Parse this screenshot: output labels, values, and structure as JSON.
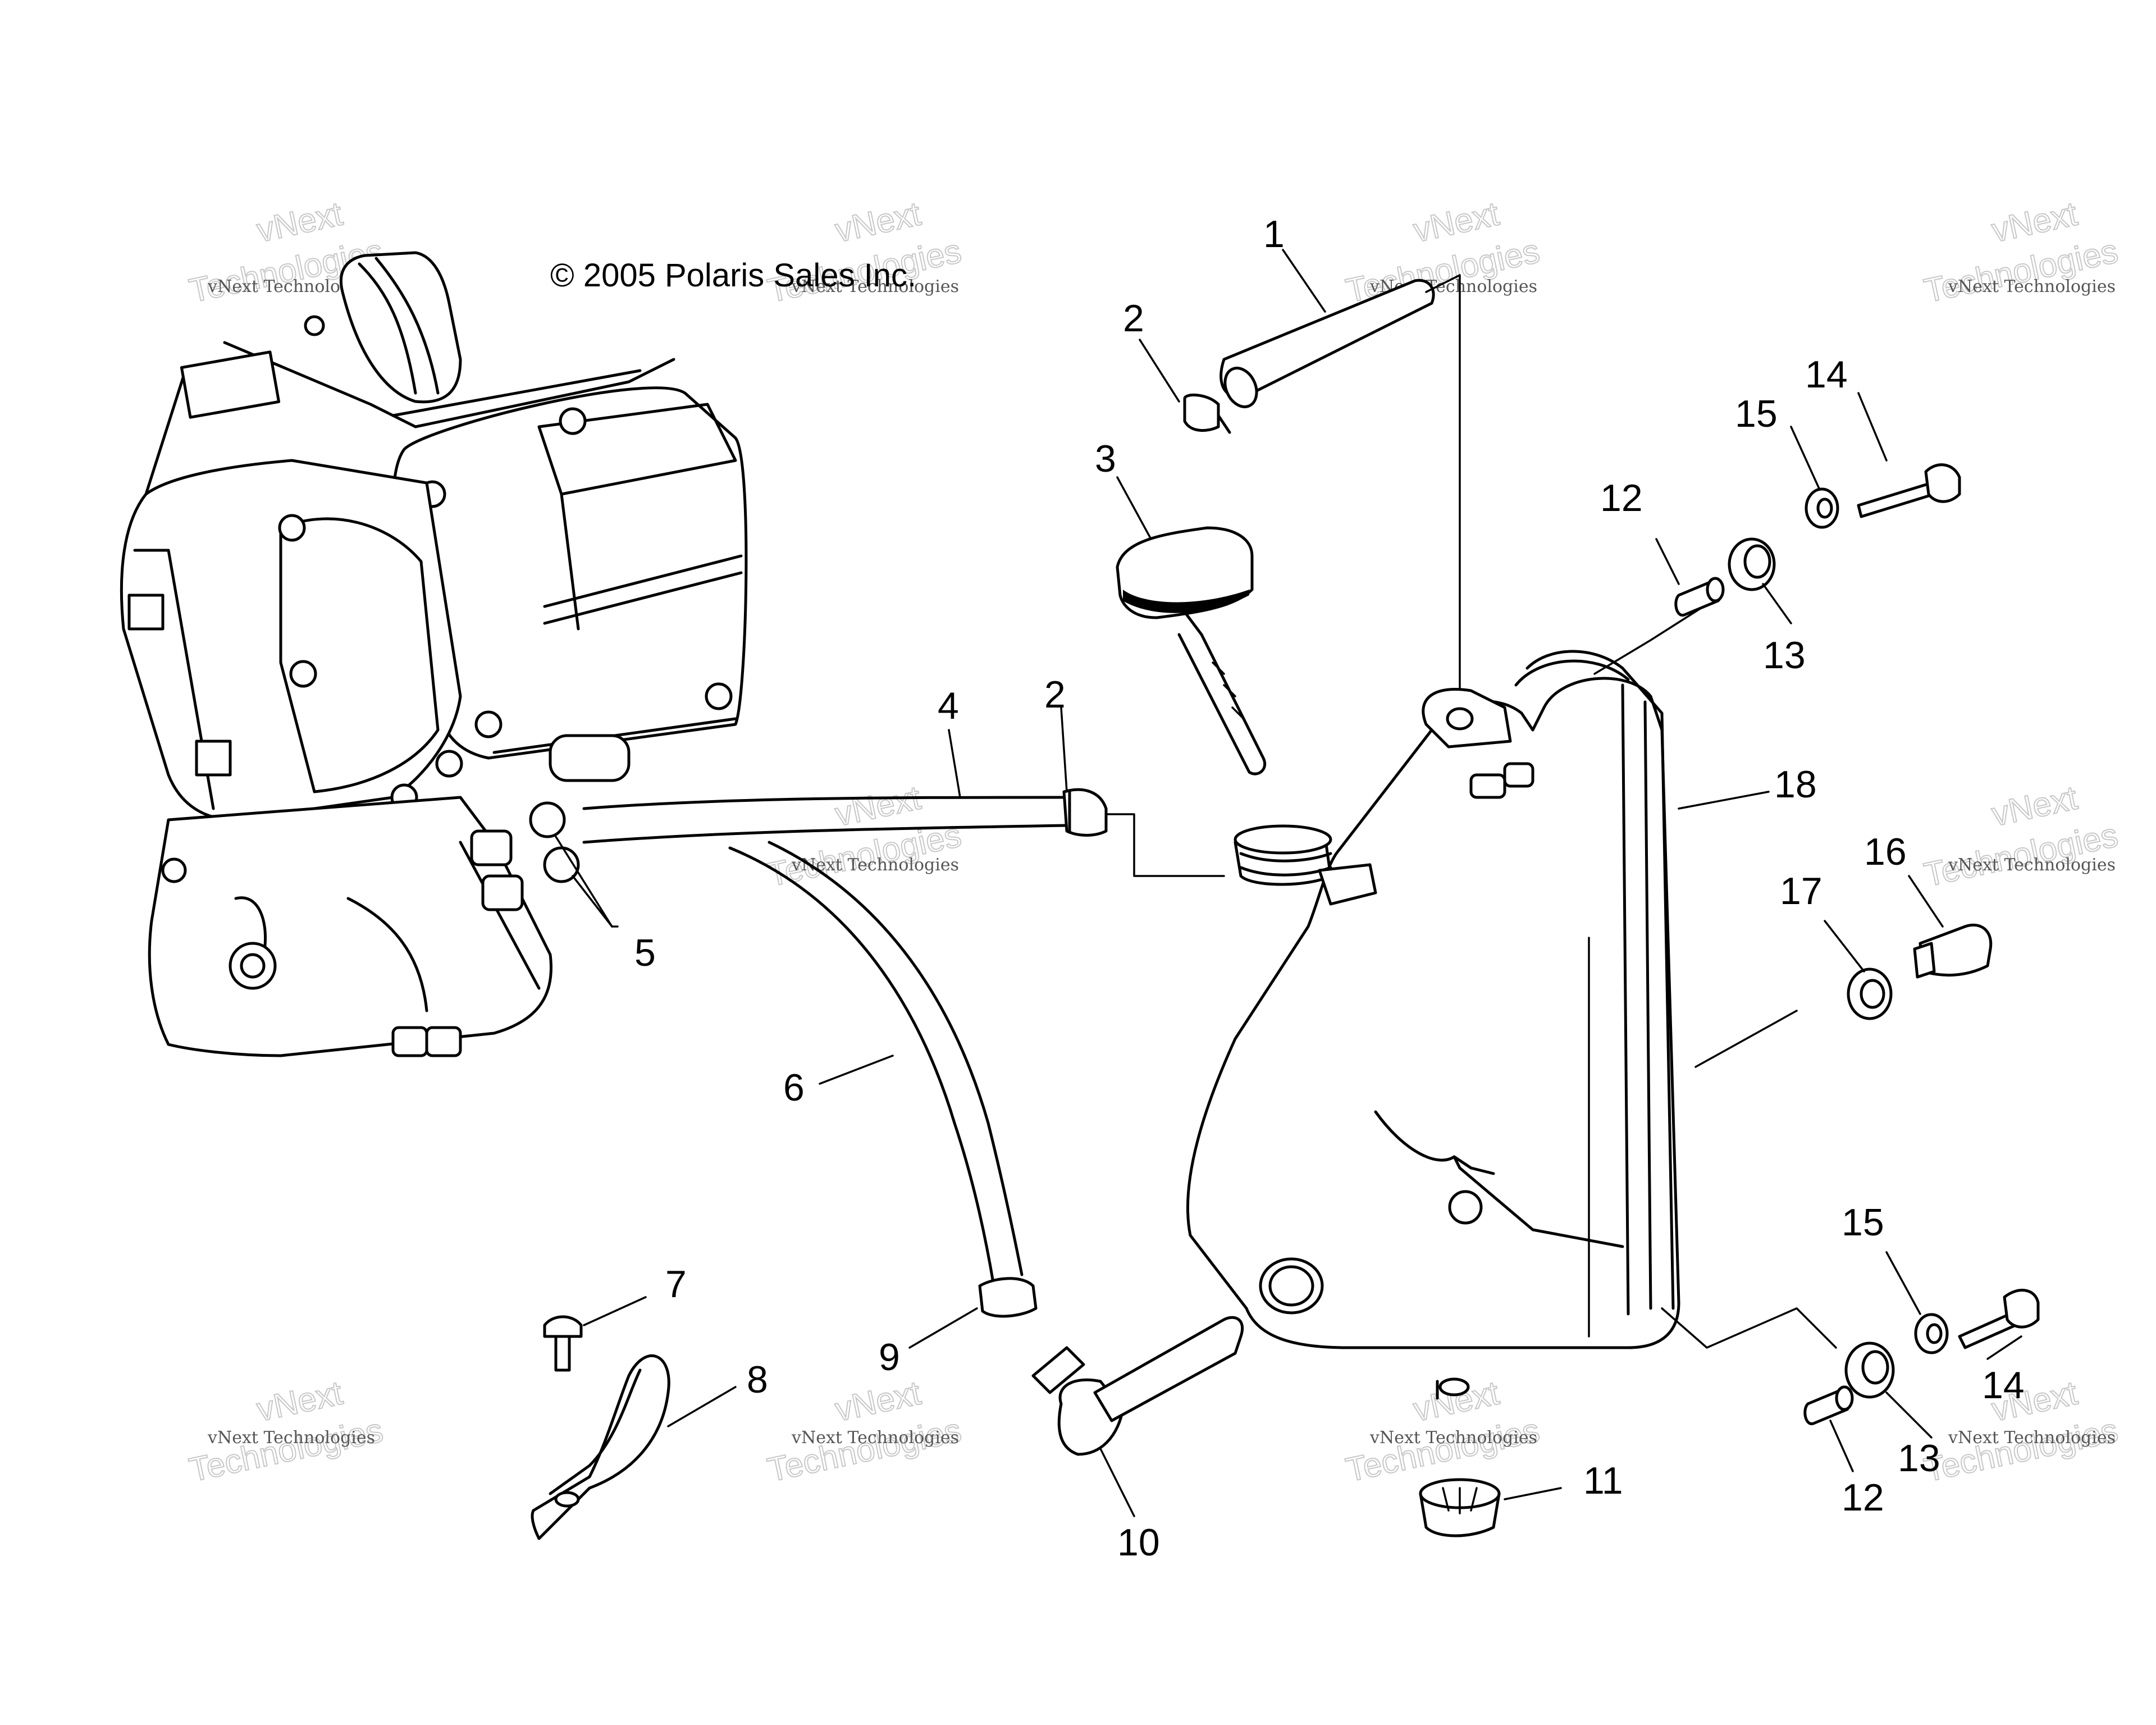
{
  "copyright": "© 2005 Polaris Sales Inc.",
  "watermark": {
    "line1": "vNext Technologies",
    "line2": "vNext",
    "line3": "Technologies"
  },
  "callouts": [
    "1",
    "2",
    "3",
    "2",
    "4",
    "5",
    "6",
    "7",
    "8",
    "9",
    "10",
    "11",
    "12",
    "13",
    "14",
    "15",
    "12",
    "13",
    "14",
    "15",
    "16",
    "17",
    "18"
  ],
  "colors": {
    "ink": "#000000",
    "background": "#ffffff",
    "watermark": "#c8c8c8"
  }
}
